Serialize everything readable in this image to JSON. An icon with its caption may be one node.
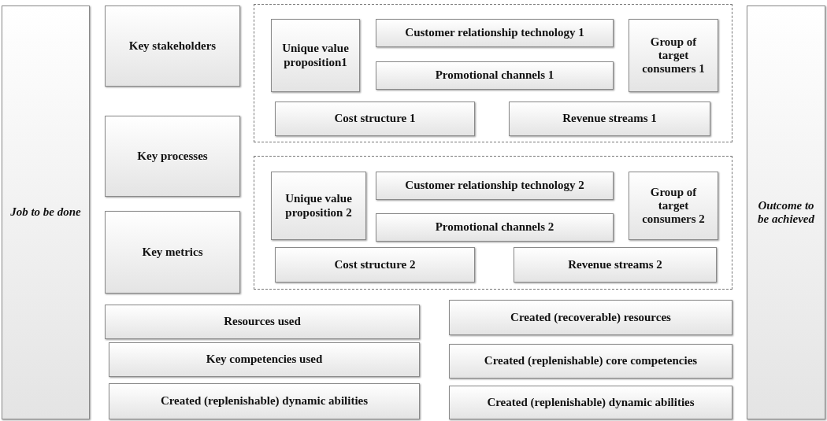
{
  "diagram": {
    "nodes": [
      {
        "text": [
          "Job to be done"
        ]
      },
      {
        "text": [
          "Key stakeholders"
        ]
      },
      {
        "text": [
          "Key processes"
        ]
      },
      {
        "text": [
          "Key metrics"
        ]
      },
      {
        "text": [],
        "shape": "box"
      },
      {
        "text": [
          "Unique value proposition1"
        ],
        "in": 4
      },
      {
        "text": [
          "Customer relationship technology 1"
        ],
        "in": 4
      },
      {
        "text": [
          "Promotional channels 1"
        ],
        "in": 4
      },
      {
        "text": [
          "Group of target consumers 1"
        ],
        "in": 4
      },
      {
        "text": [
          "Cost structure 1"
        ],
        "in": 4
      },
      {
        "text": [
          "Revenue streams 1"
        ],
        "in": 4
      },
      {
        "text": [],
        "shape": "box"
      },
      {
        "text": [
          "Unique value proposition 2"
        ],
        "in": 11
      },
      {
        "text": [
          "Customer relationship technology 2"
        ],
        "in": 11
      },
      {
        "text": [
          "Promotional channels 2"
        ],
        "in": 11
      },
      {
        "text": [
          "Group of target consumers 2"
        ],
        "in": 11
      },
      {
        "text": [
          "Cost structure 2"
        ],
        "in": 11
      },
      {
        "text": [
          "Revenue streams 2"
        ],
        "in": 11
      },
      {
        "text": [
          "Resources used"
        ]
      },
      {
        "text": [
          "Created (recoverable) resources"
        ]
      },
      {
        "text": [
          "Key competencies used"
        ]
      },
      {
        "text": [
          "Created (replenishable) core competencies"
        ]
      },
      {
        "text": [
          "Created (replenishable) dynamic abilities"
        ]
      },
      {
        "text": [
          "Created (replenishable) dynamic abilities"
        ]
      },
      {
        "text": [
          "Outcome to be achieved"
        ]
      }
    ]
  }
}
